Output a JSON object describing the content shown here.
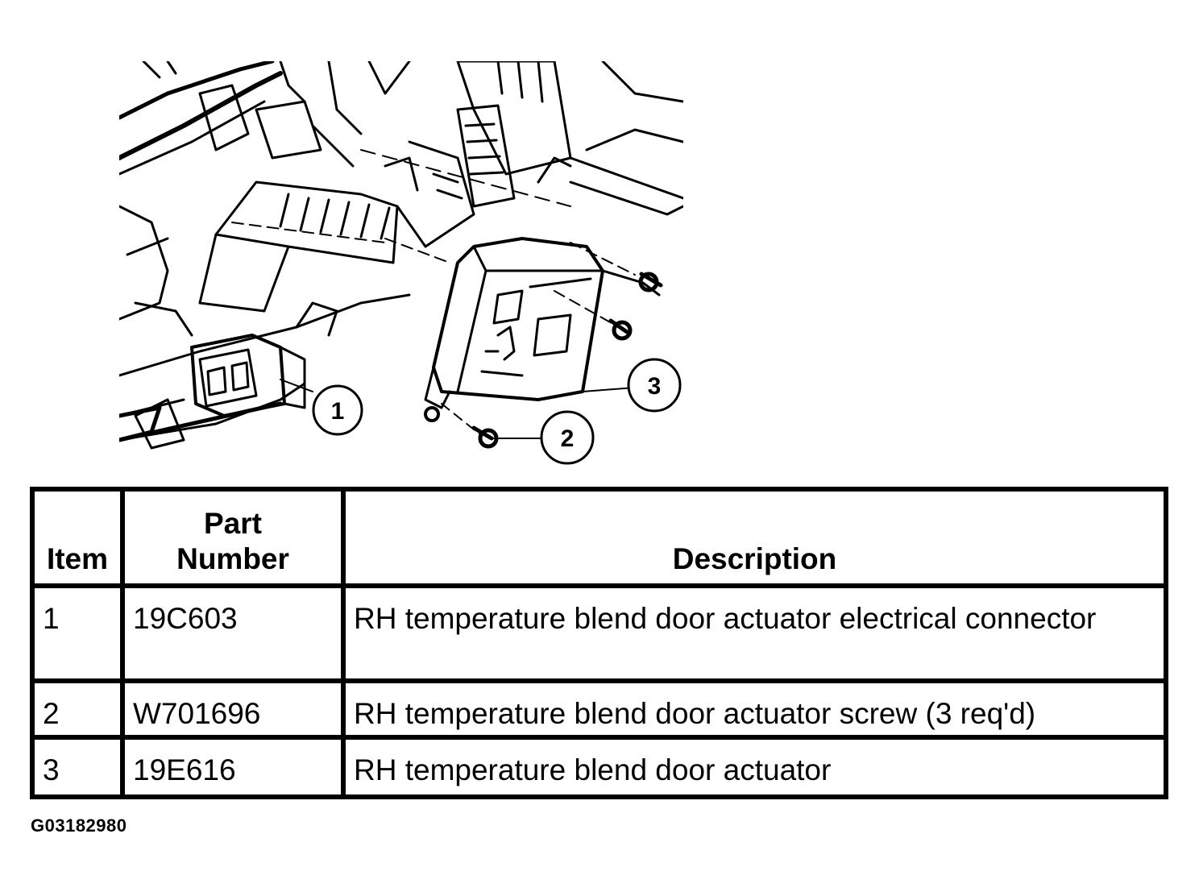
{
  "illustration": {
    "callouts": [
      "1",
      "2",
      "3"
    ]
  },
  "table": {
    "headers": {
      "item": "Item",
      "part_line1": "Part",
      "part_line2": "Number",
      "description": "Description"
    },
    "rows": [
      {
        "item": "1",
        "part_number": "19C603",
        "description": "RH temperature blend door actuator electrical connector"
      },
      {
        "item": "2",
        "part_number": "W701696",
        "description": "RH temperature blend door actuator screw (3 req'd)"
      },
      {
        "item": "3",
        "part_number": "19E616",
        "description": "RH temperature blend door actuator"
      }
    ]
  },
  "figure_code": "G03182980"
}
